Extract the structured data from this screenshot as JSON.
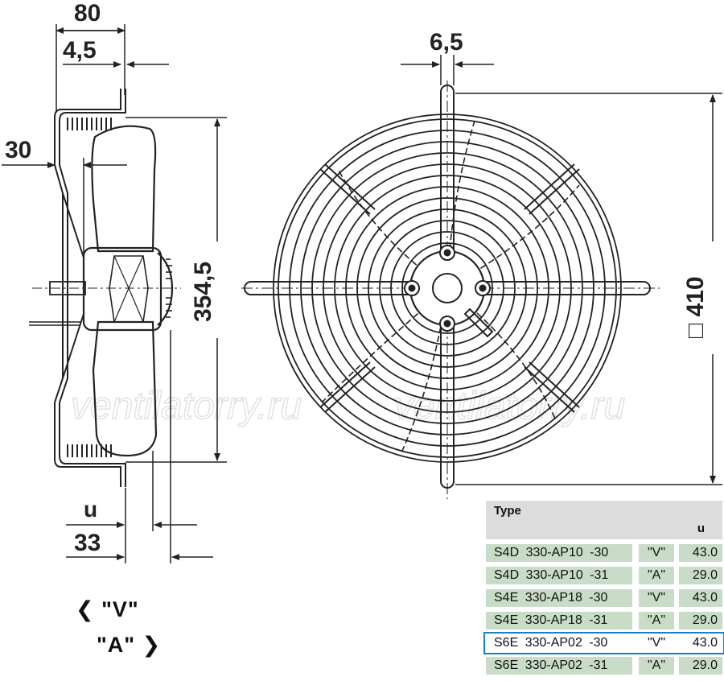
{
  "dimensions": {
    "d80": "80",
    "d45": "4,5",
    "d30": "30",
    "d3545": "354,5",
    "du": "u",
    "d33": "33",
    "d65": "6,5",
    "d410": "□ 410"
  },
  "watermark": {
    "left": "ventilatorry.ru",
    "right": "ventilatorry.ru"
  },
  "legend": {
    "v_line": "❮ \"V\"",
    "a_line": "\"A\" ❯"
  },
  "table": {
    "header_type": "Type",
    "header_u": "u",
    "rows": [
      {
        "type": "S4D 330-AP10 -30",
        "variant": "\"V\"",
        "u": "43.0",
        "selected": false
      },
      {
        "type": "S4D 330-AP10 -31",
        "variant": "\"A\"",
        "u": "29.0",
        "selected": false
      },
      {
        "type": "S4E 330-AP18 -30",
        "variant": "\"V\"",
        "u": "43.0",
        "selected": false
      },
      {
        "type": "S4E 330-AP18 -31",
        "variant": "\"A\"",
        "u": "29.0",
        "selected": false
      },
      {
        "type": "S6E 330-AP02 -30",
        "variant": "\"V\"",
        "u": "43.0",
        "selected": true
      },
      {
        "type": "S6E 330-AP02 -31",
        "variant": "\"A\"",
        "u": "29.0",
        "selected": false
      }
    ]
  },
  "colors": {
    "line": "#222222",
    "row_bg": "#c9dcc7",
    "header_bg": "#dcdcdc",
    "selected_border": "#1c7ec4"
  }
}
